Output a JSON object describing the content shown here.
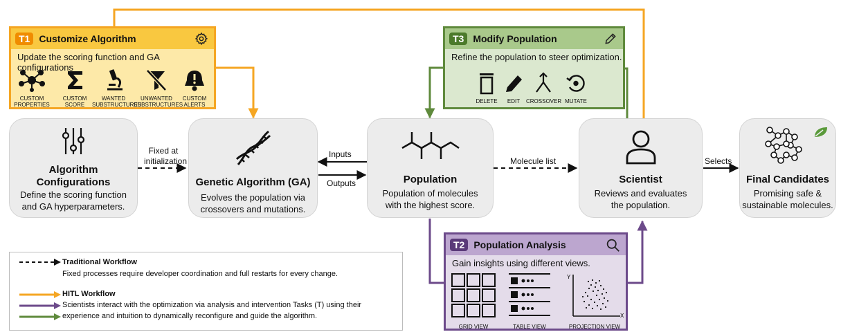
{
  "colors": {
    "orange": "#f5a623",
    "orange_fill": "#fde9a8",
    "green": "#5f8a3c",
    "green_fill": "#dbe8cf",
    "purple": "#6c4a8a",
    "purple_fill": "#e4dcea",
    "node_fill": "#ececec"
  },
  "tasks": {
    "t1": {
      "badge": "T1",
      "title": "Customize Algorithm",
      "desc": "Update the scoring function and GA configurations",
      "header_icon": "gear-icon",
      "items": [
        {
          "icon": "molecule-icon",
          "label1": "CUSTOM",
          "label2": "PROPERTIES"
        },
        {
          "icon": "sigma-icon",
          "label1": "CUSTOM",
          "label2": "SCORE"
        },
        {
          "icon": "microscope-icon",
          "label1": "WANTED",
          "label2": "SUBSTRUCTURES"
        },
        {
          "icon": "filter-off-icon",
          "label1": "UNWANTED",
          "label2": "SUBSTRUCTURES"
        },
        {
          "icon": "alert-bell-icon",
          "label1": "CUSTOM",
          "label2": "ALERTS"
        }
      ]
    },
    "t3": {
      "badge": "T3",
      "title": "Modify Population",
      "desc": "Refine the population to steer optimization.",
      "header_icon": "pencil-icon",
      "items": [
        {
          "icon": "trash-icon",
          "label": "DELETE"
        },
        {
          "icon": "edit-icon",
          "label": "EDIT"
        },
        {
          "icon": "crossover-icon",
          "label": "CROSSOVER"
        },
        {
          "icon": "mutate-icon",
          "label": "MUTATE"
        }
      ]
    },
    "t2": {
      "badge": "T2",
      "title": "Population Analysis",
      "desc": "Gain insights using different views.",
      "header_icon": "search-icon",
      "items": [
        {
          "icon": "grid-view-icon",
          "label": "GRID VIEW"
        },
        {
          "icon": "table-view-icon",
          "label": "TABLE VIEW"
        },
        {
          "icon": "projection-view-icon",
          "label": "PROJECTION VIEW"
        }
      ],
      "axis_y": "Y",
      "axis_x": "X"
    }
  },
  "nodes": {
    "config": {
      "title1": "Algorithm",
      "title2": "Configurations",
      "desc1": "Define the scoring function",
      "desc2": "and GA hyperparameters.",
      "icon": "sliders-icon"
    },
    "ga": {
      "title": "Genetic Algorithm (GA)",
      "desc1": "Evolves the population via",
      "desc2": "crossovers and mutations.",
      "icon": "dna-icon"
    },
    "population": {
      "title": "Population",
      "desc1": "Population of molecules",
      "desc2": "with the highest score.",
      "icon": "molecule-skeleton-icon"
    },
    "scientist": {
      "title": "Scientist",
      "desc1": "Reviews and evaluates",
      "desc2": "the population.",
      "icon": "person-icon"
    },
    "final": {
      "title": "Final Candidates",
      "desc1": "Promising safe &",
      "desc2": "sustainable molecules.",
      "icon": "molecule-network-icon"
    }
  },
  "edges": {
    "fixed1": "Fixed at",
    "fixed2": "initialization",
    "inputs": "Inputs",
    "outputs": "Outputs",
    "molecule_list": "Molecule list",
    "selects": "Selects"
  },
  "legend": {
    "traditional_title": "Traditional Workflow",
    "traditional_desc": "Fixed processes require developer coordination and full restarts for every change.",
    "hitl_title": "HITL Workflow",
    "hitl_desc1": "Scientists interact with the optimization via analysis and intervention Tasks (T) using their",
    "hitl_desc2": "experience and intuition to dynamically reconfigure and guide the algorithm."
  }
}
